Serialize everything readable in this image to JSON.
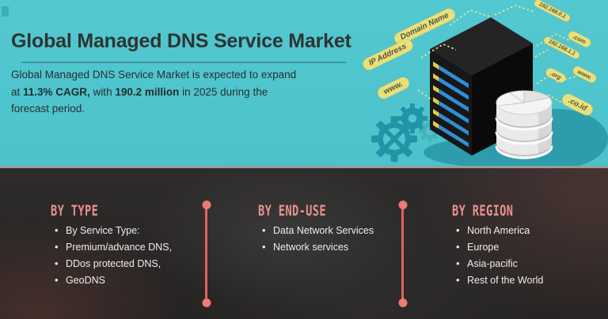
{
  "header": {
    "title": "Global Managed DNS Service Market",
    "description": {
      "line1": "Global Managed DNS Service Market is expected to expand",
      "line2_pre": "at ",
      "line2_bold_cagr": "11.3% CAGR,",
      "line2_mid": " with ",
      "line2_bold_value": "190.2 million",
      "line2_post": " in 2025 during the",
      "line3": "forecast period."
    },
    "stats": {
      "cagr": "11.3%",
      "market_value": "190.2 million",
      "year": "2025"
    }
  },
  "illustration": {
    "left_labels": [
      "Domain Name",
      "IP Address",
      "www."
    ],
    "right_labels": [
      "192.168.0.1",
      ".com",
      "192.168.1.1",
      ".org",
      "www.",
      ".co.id"
    ],
    "icons": [
      "server-icon",
      "database-icon",
      "gear-icon"
    ]
  },
  "segments": {
    "columns": [
      {
        "heading": "BY TYPE",
        "items": [
          "By Service Type:",
          "Premium/advance DNS,",
          "DDos protected DNS,",
          "GeoDNS"
        ]
      },
      {
        "heading": "BY END-USE",
        "items": [
          "Data Network Services",
          "Network services"
        ]
      },
      {
        "heading": "BY REGION",
        "items": [
          "North America",
          "Europe",
          "Asia-pacific",
          "Rest of the World"
        ]
      }
    ]
  },
  "colors": {
    "teal_bg": "#4fc5cd",
    "dark_teal": "#2d9dab",
    "accent_pink": "#e8928e",
    "divider_red": "#e4605d",
    "label_yellow": "#e9e07c",
    "stripe_blue": "#2f8fd4",
    "dark_bg": "#2b2828",
    "text_dark": "#2d3434",
    "text_light": "#efedeb"
  }
}
